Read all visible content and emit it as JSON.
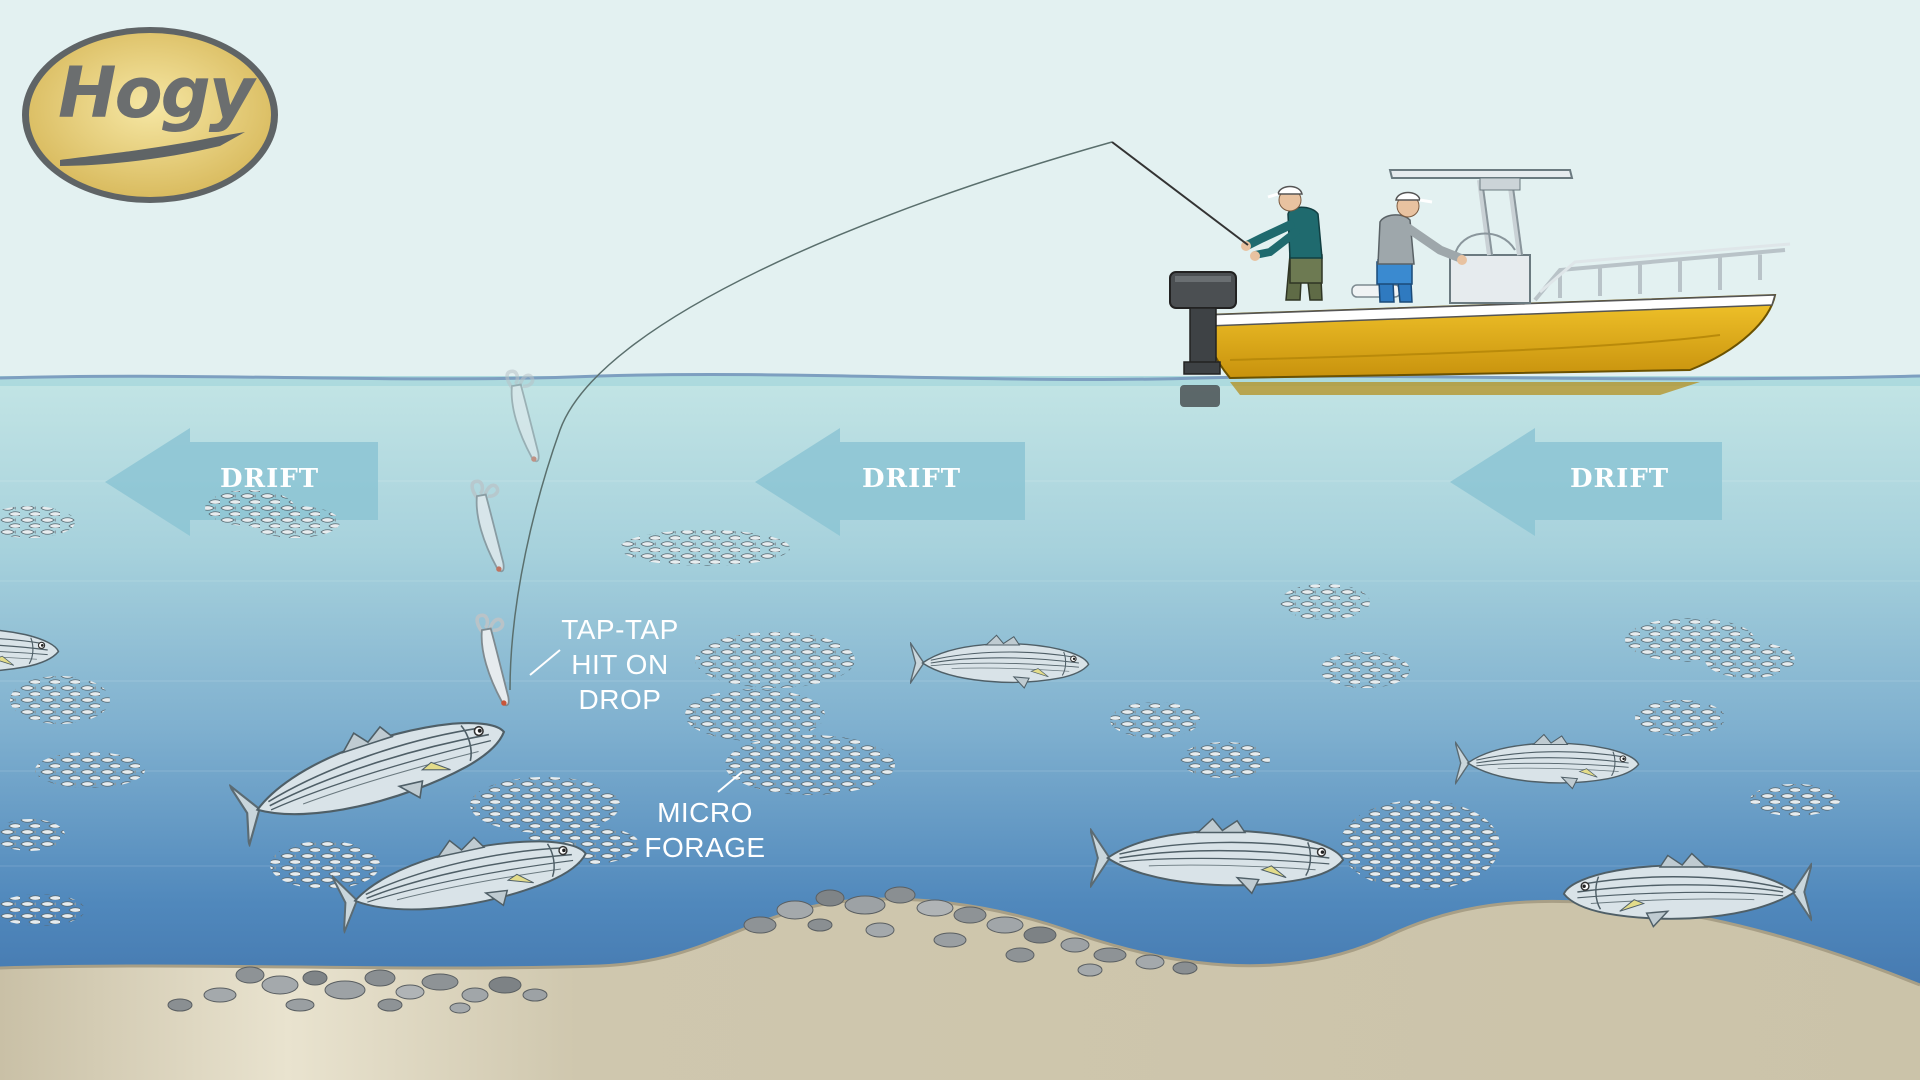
{
  "logo": {
    "text": "Hogy"
  },
  "drift_label": "DRIFT",
  "drift_labels": [
    "DRIFT",
    "DRIFT",
    "DRIFT"
  ],
  "annotations": {
    "tap_hit": [
      "TAP-TAP",
      "HIT ON",
      "DROP"
    ],
    "micro_forage": [
      "MICRO",
      "FORAGE"
    ]
  },
  "colors": {
    "sky": "#e3f1f1",
    "water_top": "#bfe2e3",
    "water_bottom": "#3a6fa8",
    "sand": "#cfc7b0",
    "hull": "#e8b41c",
    "arrow": "#8fc6d6",
    "logo_fill": "#e8cf78"
  }
}
